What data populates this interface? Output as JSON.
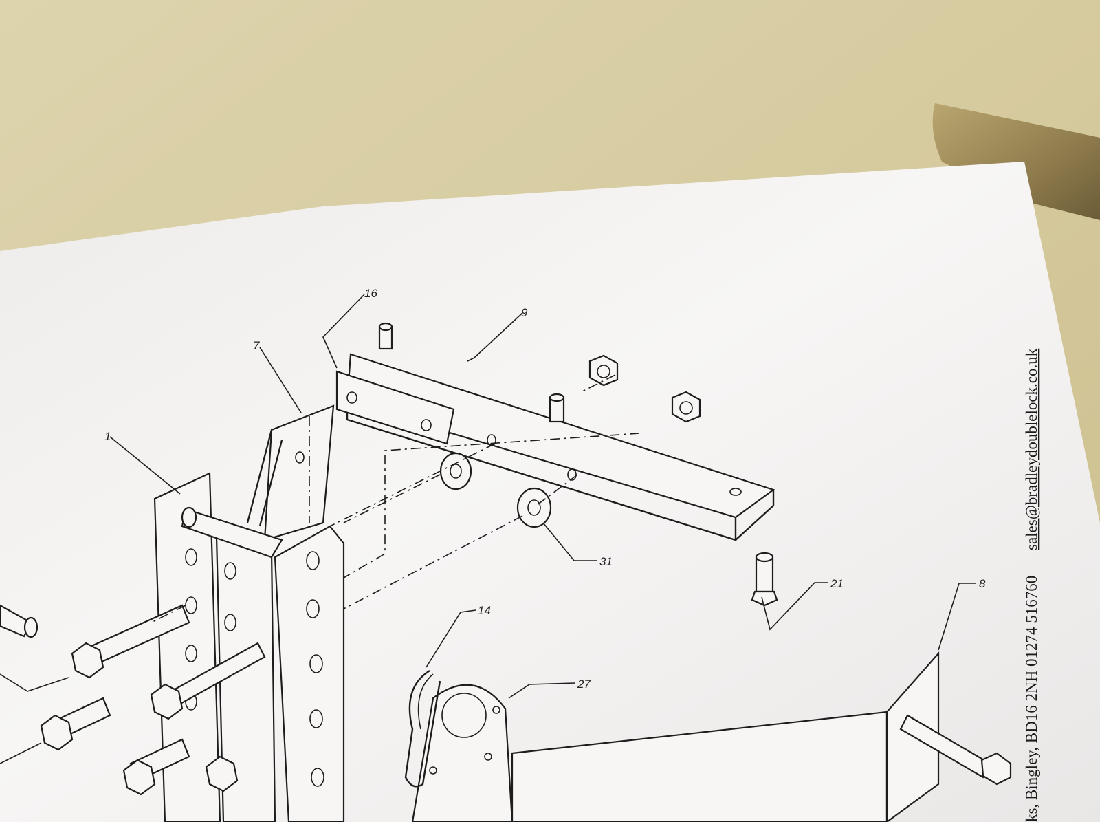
{
  "photo": {
    "subject": "paper-parts-diagram",
    "background": "carpet",
    "colors": {
      "carpet": "#d8cda4",
      "paper": "#f3f2f0",
      "ink": "#1d1d1d",
      "metal": "#9c8a5c"
    }
  },
  "diagram": {
    "part_labels": {
      "p1": "1",
      "p7": "7",
      "p16": "16",
      "p9": "9",
      "p31": "31",
      "p21": "21",
      "p14": "14",
      "p27": "27",
      "p8": "8"
    }
  },
  "footer": {
    "address": "ks, Bingley, BD16 2NH 01274 516760",
    "email": "sales@bradleydoublelock.co.uk"
  }
}
